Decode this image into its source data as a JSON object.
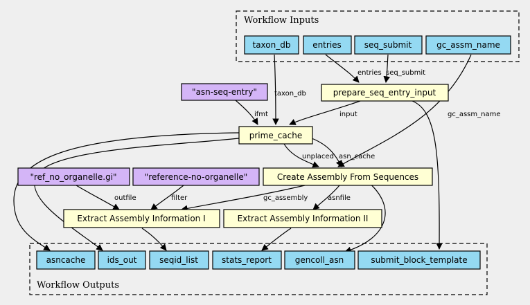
{
  "clusters": {
    "inputs_label": "Workflow Inputs",
    "outputs_label": "Workflow Outputs"
  },
  "nodes": {
    "taxon_db": "taxon_db",
    "entries": "entries",
    "seq_submit": "seq_submit",
    "gc_assm_name": "gc_assm_name",
    "asn_seq_entry": "\"asn-seq-entry\"",
    "prepare_seq_entry_input": "prepare_seq_entry_input",
    "prime_cache": "prime_cache",
    "ref_no_organelle_gi": "\"ref_no_organelle.gi\"",
    "reference_no_organelle": "\"reference-no-organelle\"",
    "create_assembly": "Create Assembly From Sequences",
    "extract_info_1": "Extract Assembly Information I",
    "extract_info_2": "Extract Assembly Information II",
    "asncache": "asncache",
    "ids_out": "ids_out",
    "seqid_list": "seqid_list",
    "stats_report": "stats_report",
    "gencoll_asn": "gencoll_asn",
    "submit_block_template": "submit_block_template"
  },
  "edge_labels": {
    "entries": "entries",
    "seq_submit": "seq_submit",
    "taxon_db": "taxon_db",
    "ifmt": "ifmt",
    "input": "input",
    "gc_assm_name": "gc_assm_name",
    "unplaced": "unplaced",
    "asn_cache": "asn_cache",
    "outfile": "outfile",
    "filter": "filter",
    "gc_assembly": "gc_assembly",
    "asnfile": "asnfile"
  },
  "colors": {
    "input_fill": "#94d9f2",
    "step_fill": "#ffffd4",
    "literal_fill": "#d4b5f7",
    "background": "#efefef"
  }
}
